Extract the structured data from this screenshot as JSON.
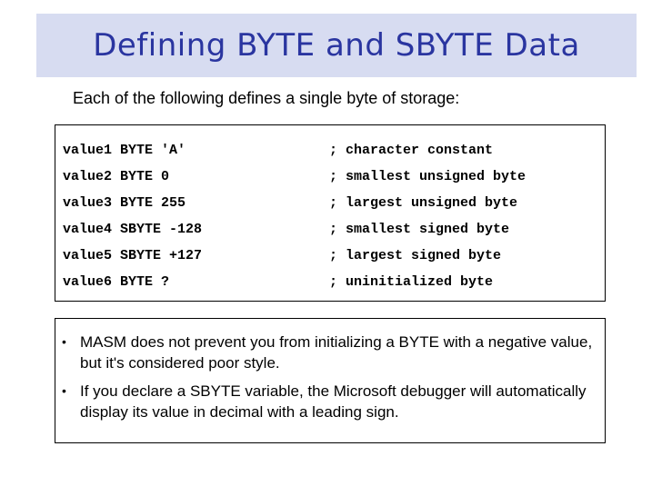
{
  "slide": {
    "title": "Defining BYTE and SBYTE Data",
    "intro": "Each of the following defines a single byte of storage:",
    "code_lines": [
      {
        "decl": "value1 BYTE 'A'",
        "comment": "; character constant"
      },
      {
        "decl": "value2 BYTE 0",
        "comment": "; smallest unsigned byte"
      },
      {
        "decl": "value3 BYTE 255",
        "comment": "; largest unsigned byte"
      },
      {
        "decl": "value4 SBYTE -128",
        "comment": "; smallest signed byte"
      },
      {
        "decl": "value5 SBYTE +127",
        "comment": "; largest signed byte"
      },
      {
        "decl": "value6 BYTE ?",
        "comment": "; uninitialized byte"
      }
    ],
    "bullet_glyph": "•",
    "notes": [
      "MASM does not prevent you from initializing a BYTE with a negative value, but it's considered poor style.",
      "If you declare a SBYTE variable, the Microsoft debugger will automatically display its value in decimal with a leading sign."
    ],
    "colors": {
      "title_text": "#2a35a0",
      "title_background": "#d7dcf1"
    }
  }
}
